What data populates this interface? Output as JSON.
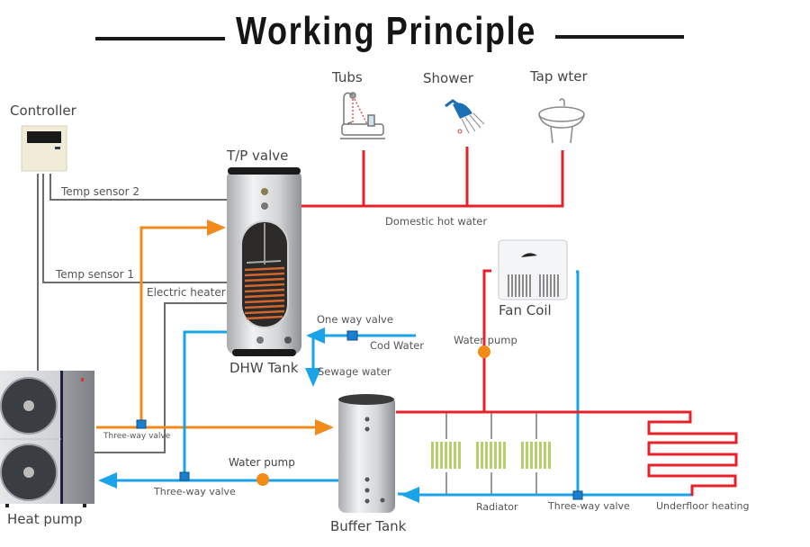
{
  "title": "Working Principle",
  "labels": {
    "controller": "Controller",
    "tp_valve": "T/P valve",
    "temp_sensor_2": "Temp sensor 2",
    "temp_sensor_1": "Temp sensor 1",
    "electric_heater": "Electric heater",
    "dhw_tank": "DHW Tank",
    "one_way_valve": "One way valve",
    "cod_water": "Cod Water",
    "sewage_water": "Sewage water",
    "tubs": "Tubs",
    "shower": "Shower",
    "tap_water": "Tap wter",
    "domestic_hot_water": "Domestic hot water",
    "fan_coil": "Fan Coil",
    "water_pump_right": "Water pump",
    "water_pump_bottom": "Water pump",
    "three_way_valve_top": "Three-way valve",
    "three_way_valve_bottom": "Three-way valve",
    "three_way_valve_right": "Three-way valve",
    "heat_pump": "Heat pump",
    "buffer_tank": "Buffer Tank",
    "radiator": "Radiator",
    "underfloor_heating": "Underfloor heating"
  },
  "colors": {
    "hot_pipe": "#e8202a",
    "heat_supply_pipe": "#f08a1c",
    "cold_pipe": "#1aa3e8",
    "signal_wire": "#6d6d6d",
    "pump": "#f28a14",
    "valve": "#1a7fd0",
    "radiator": "#b5cf6b"
  }
}
